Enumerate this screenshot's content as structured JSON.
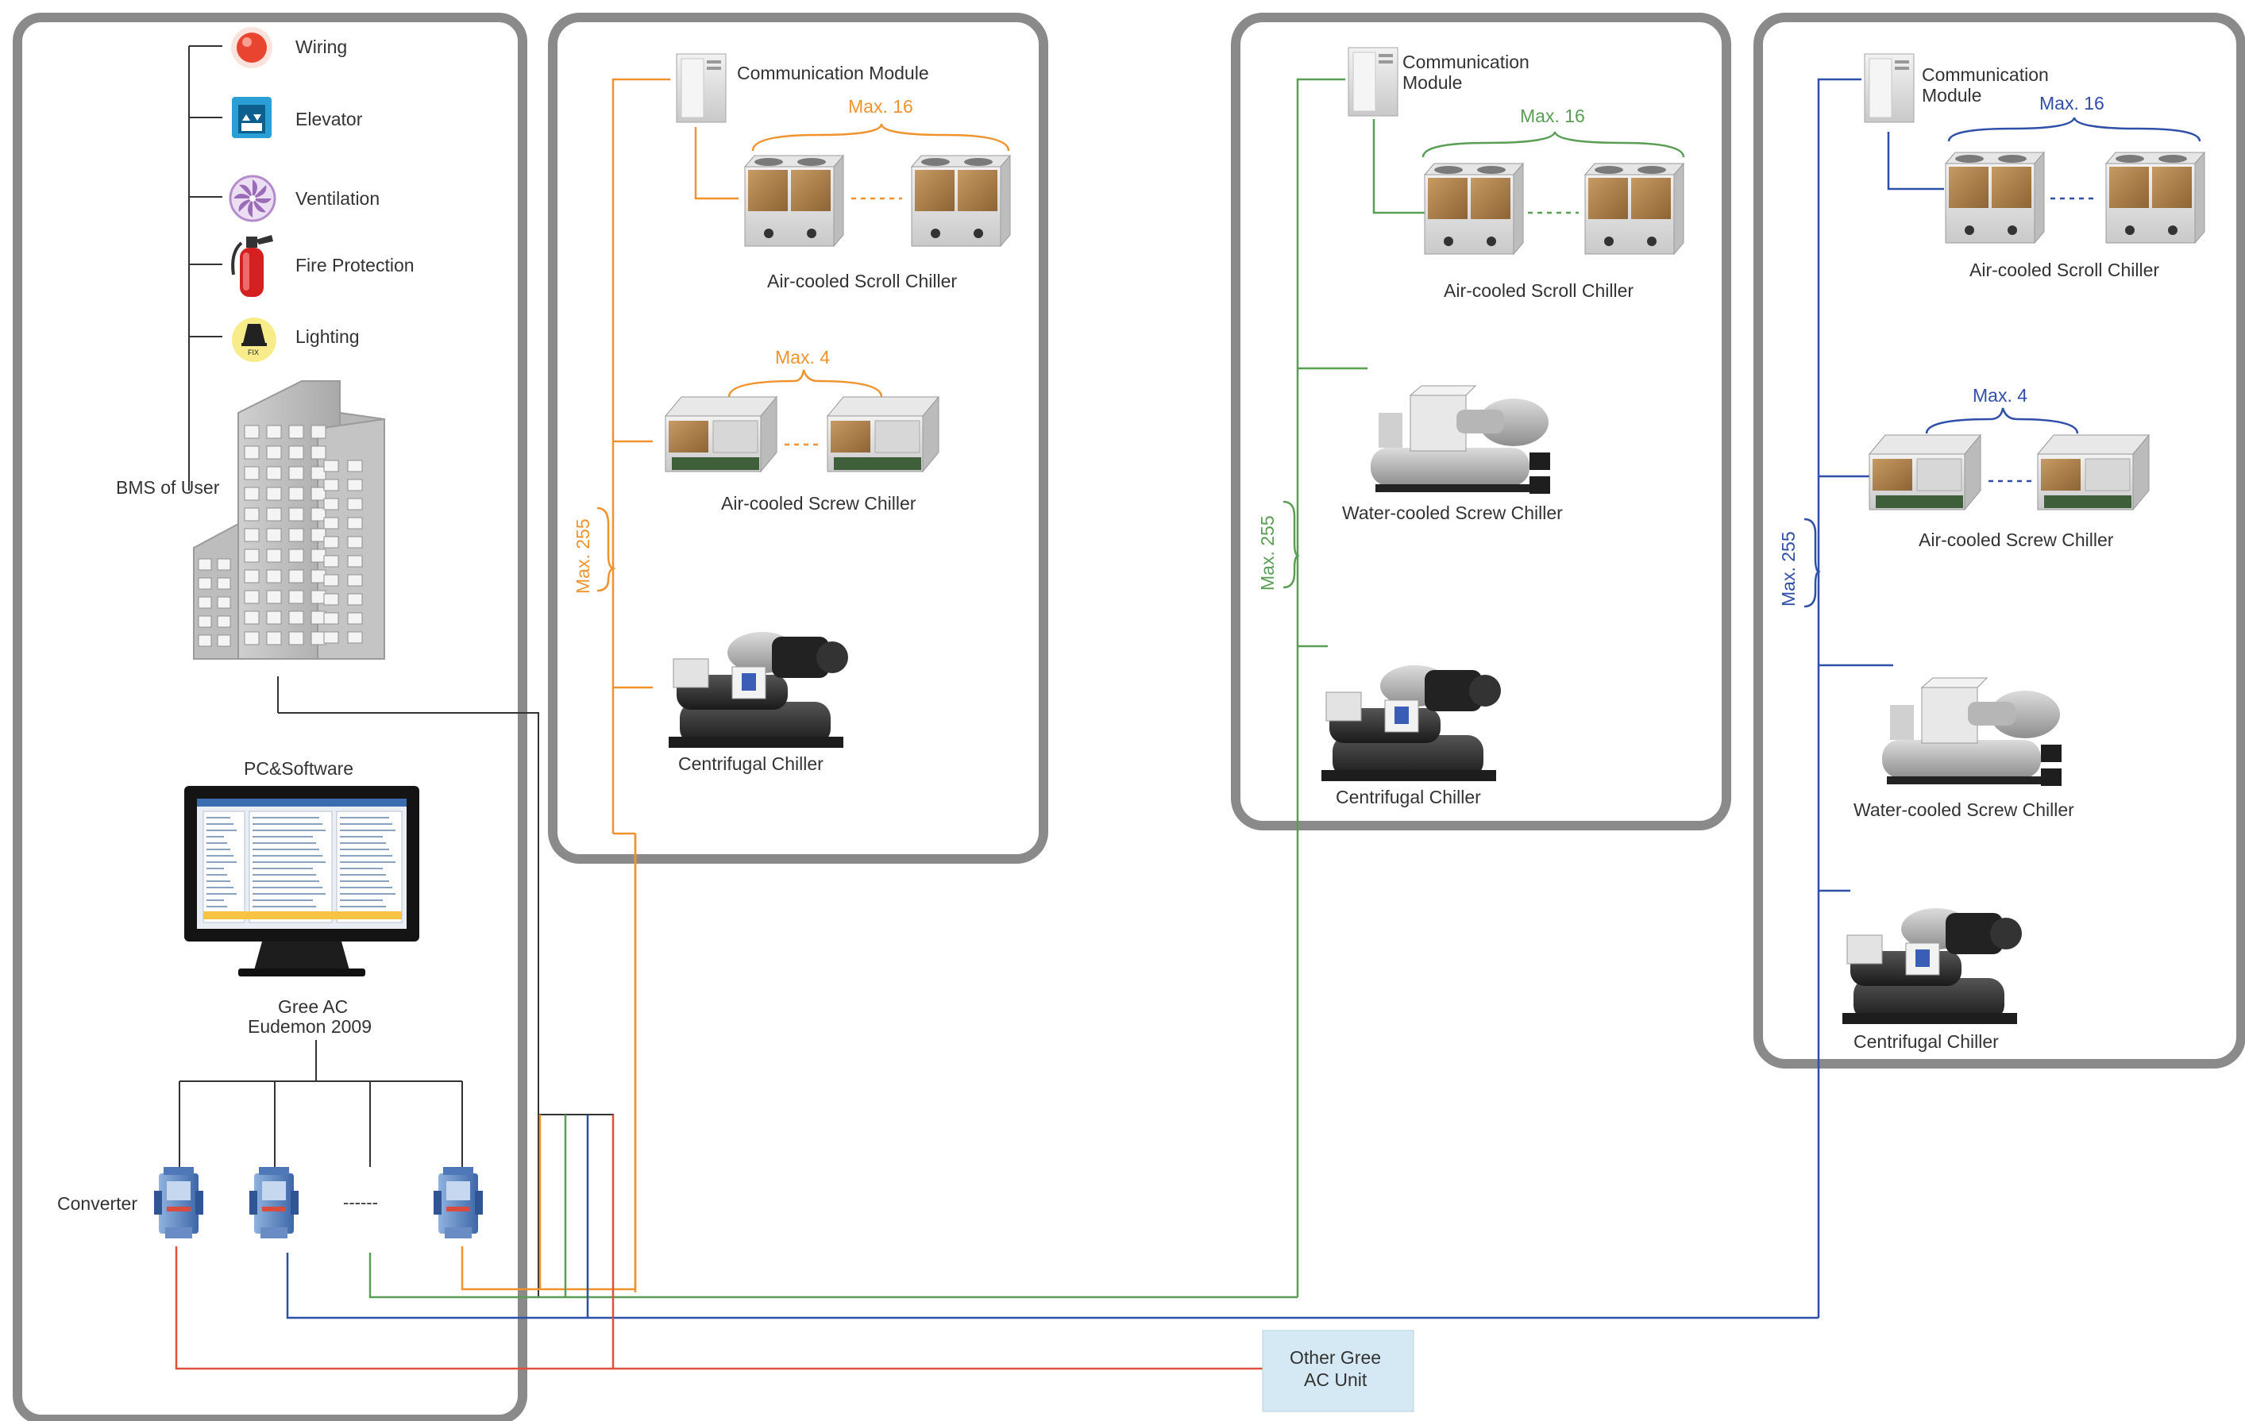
{
  "colors": {
    "orange": "#f0932f",
    "green": "#5a9e55",
    "blue": "#2f4fa8",
    "red": "#e0503d",
    "panel_border": "#8a8a8a",
    "line": "#333333",
    "other_unit_fill": "#d4e9f4"
  },
  "bms": {
    "systems": [
      {
        "label": "Wiring",
        "icon": "wiring-icon"
      },
      {
        "label": "Elevator",
        "icon": "elevator-icon"
      },
      {
        "label": "Ventilation",
        "icon": "ventilation-icon"
      },
      {
        "label": "Fire Protection",
        "icon": "fire-extinguisher-icon"
      },
      {
        "label": "Lighting",
        "icon": "lighting-icon"
      }
    ],
    "bms_label": "BMS of User",
    "pc_label": "PC&Software",
    "software_line1": "Gree AC",
    "software_line2": "Eudemon 2009",
    "converter_label": "Converter",
    "converter_dots": "------"
  },
  "networks": {
    "orange": {
      "comm_label": "Communication Module",
      "max_scroll": "Max. 16",
      "scroll_label": "Air-cooled Scroll Chiller",
      "max_screw": "Max. 4",
      "screw_label": "Air-cooled Screw Chiller",
      "max_total": "Max. 255",
      "centrifugal_label": "Centrifugal Chiller"
    },
    "green": {
      "comm_label_1": "Communication",
      "comm_label_2": "Module",
      "max_scroll": "Max. 16",
      "scroll_label": "Air-cooled Scroll Chiller",
      "water_screw_label": "Water-cooled Screw Chiller",
      "max_total": "Max. 255",
      "centrifugal_label": "Centrifugal Chiller"
    },
    "blue": {
      "comm_label_1": "Communication",
      "comm_label_2": "Module",
      "max_scroll": "Max. 16",
      "scroll_label": "Air-cooled Scroll Chiller",
      "max_screw": "Max. 4",
      "screw_label": "Air-cooled Screw Chiller",
      "max_total": "Max. 255",
      "water_screw_label": "Water-cooled Screw Chiller",
      "centrifugal_label": "Centrifugal Chiller"
    }
  },
  "other_unit": {
    "line1": "Other Gree",
    "line2": "AC Unit"
  }
}
